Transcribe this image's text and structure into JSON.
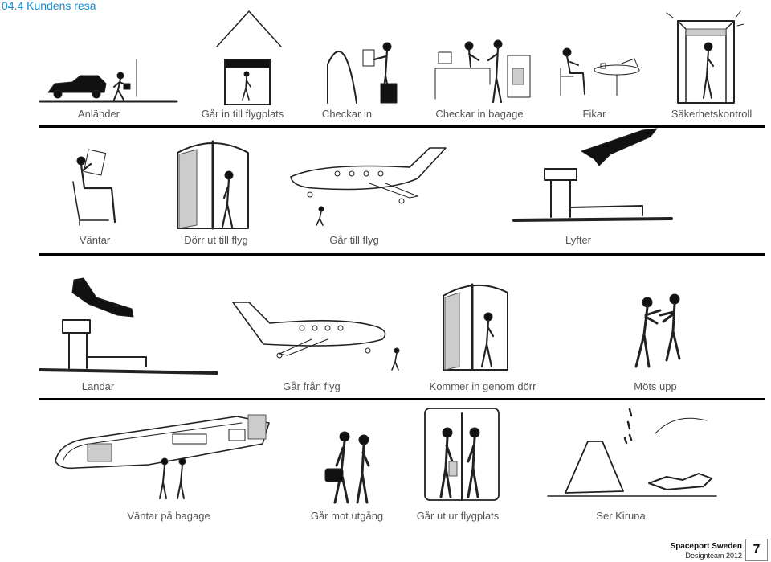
{
  "page": {
    "title": "04.4 Kundens resa",
    "number": "7"
  },
  "footer": {
    "org": "Spaceport Sweden",
    "team": "Designteam 2012"
  },
  "rows": [
    {
      "captions": [
        "Anländer",
        "Går in till flygplats",
        "Checkar in",
        "Checkar in bagage",
        "Fikar",
        "Säkerhetskontroll"
      ]
    },
    {
      "captions": [
        "Väntar",
        "Dörr ut till flyg",
        "Går till flyg",
        "Lyfter"
      ]
    },
    {
      "captions": [
        "Landar",
        "Går från flyg",
        "Kommer in genom dörr",
        "Möts upp"
      ]
    },
    {
      "captions": [
        "Väntar på bagage",
        "Går mot utgång",
        "Går ut ur flygplats",
        "Ser Kiruna"
      ]
    }
  ]
}
